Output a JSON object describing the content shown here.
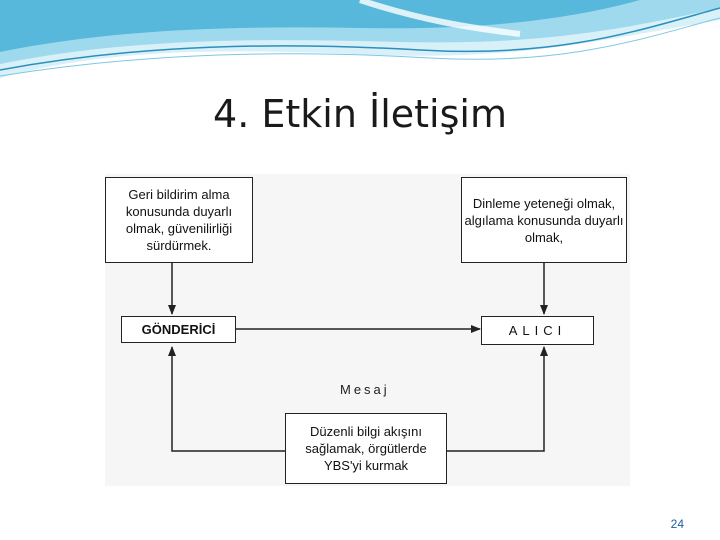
{
  "slide": {
    "title": "4. Etkin İletişim",
    "page_number": "24"
  },
  "diagram": {
    "sender_note": "Geri bildirim alma\nkonusunda duyarlı\nolmak, güvenilirliği\nsürdürmek.",
    "receiver_note": "Dinleme yeteneği olmak,\nalgılama konusunda duyarlı\nolmak,",
    "sender": "GÖNDERİCİ",
    "receiver": "ALICI",
    "message": "Mesaj",
    "system_note": "Düzenli bilgi akışını\nsağlamak, örgütlerde\nYBS'yi kurmak"
  },
  "colors": {
    "header_wave_light": "#bfe6f3",
    "header_wave_dark": "#39a6cf",
    "page_number": "#1f5fa0"
  }
}
